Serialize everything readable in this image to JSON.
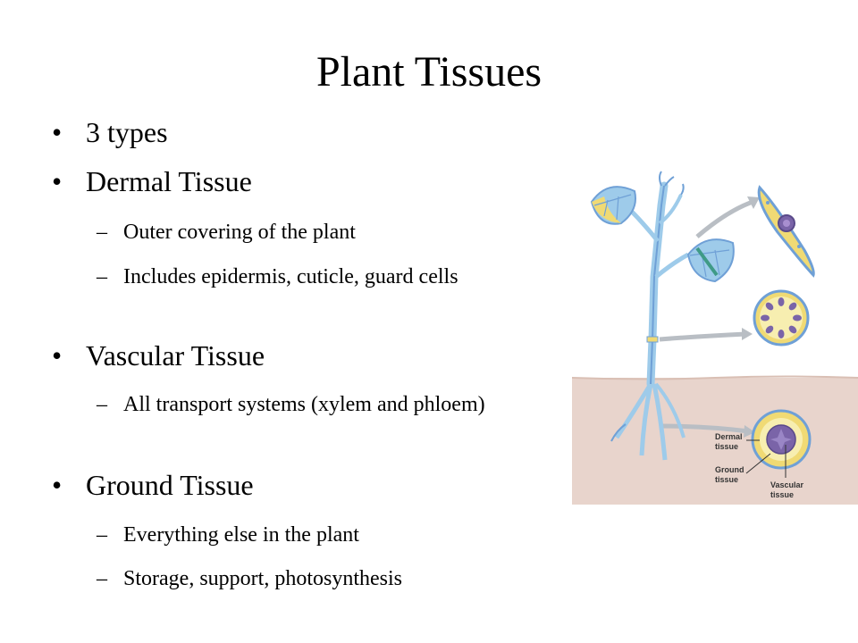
{
  "slide": {
    "title": "Plant Tissues",
    "bullet_mark": "•",
    "dash_mark": "–",
    "items": [
      {
        "text": "3 types",
        "subitems": []
      },
      {
        "text": "Dermal Tissue",
        "subitems": [
          "Outer covering of the plant",
          "Includes epidermis, cuticle, guard cells"
        ]
      },
      {
        "text": "Vascular Tissue",
        "subitems": [
          "All transport systems (xylem and phloem)"
        ]
      },
      {
        "text": "Ground Tissue",
        "subitems": [
          "Everything else in the plant",
          "Storage, support, photosynthesis"
        ]
      }
    ]
  },
  "figure": {
    "labels": {
      "dermal_line1": "Dermal",
      "dermal_line2": "tissue",
      "ground_line1": "Ground",
      "ground_line2": "tissue",
      "vascular_line1": "Vascular",
      "vascular_line2": "tissue"
    },
    "colors": {
      "soil": "#e8d4cc",
      "vascular": "#6fa0d6",
      "stem": "#9ecbea",
      "dermal": "#f0da74",
      "ground": "#f7eeb0",
      "cell_purple": "#7a64a8",
      "arrow_gray": "#b9bec4"
    }
  }
}
